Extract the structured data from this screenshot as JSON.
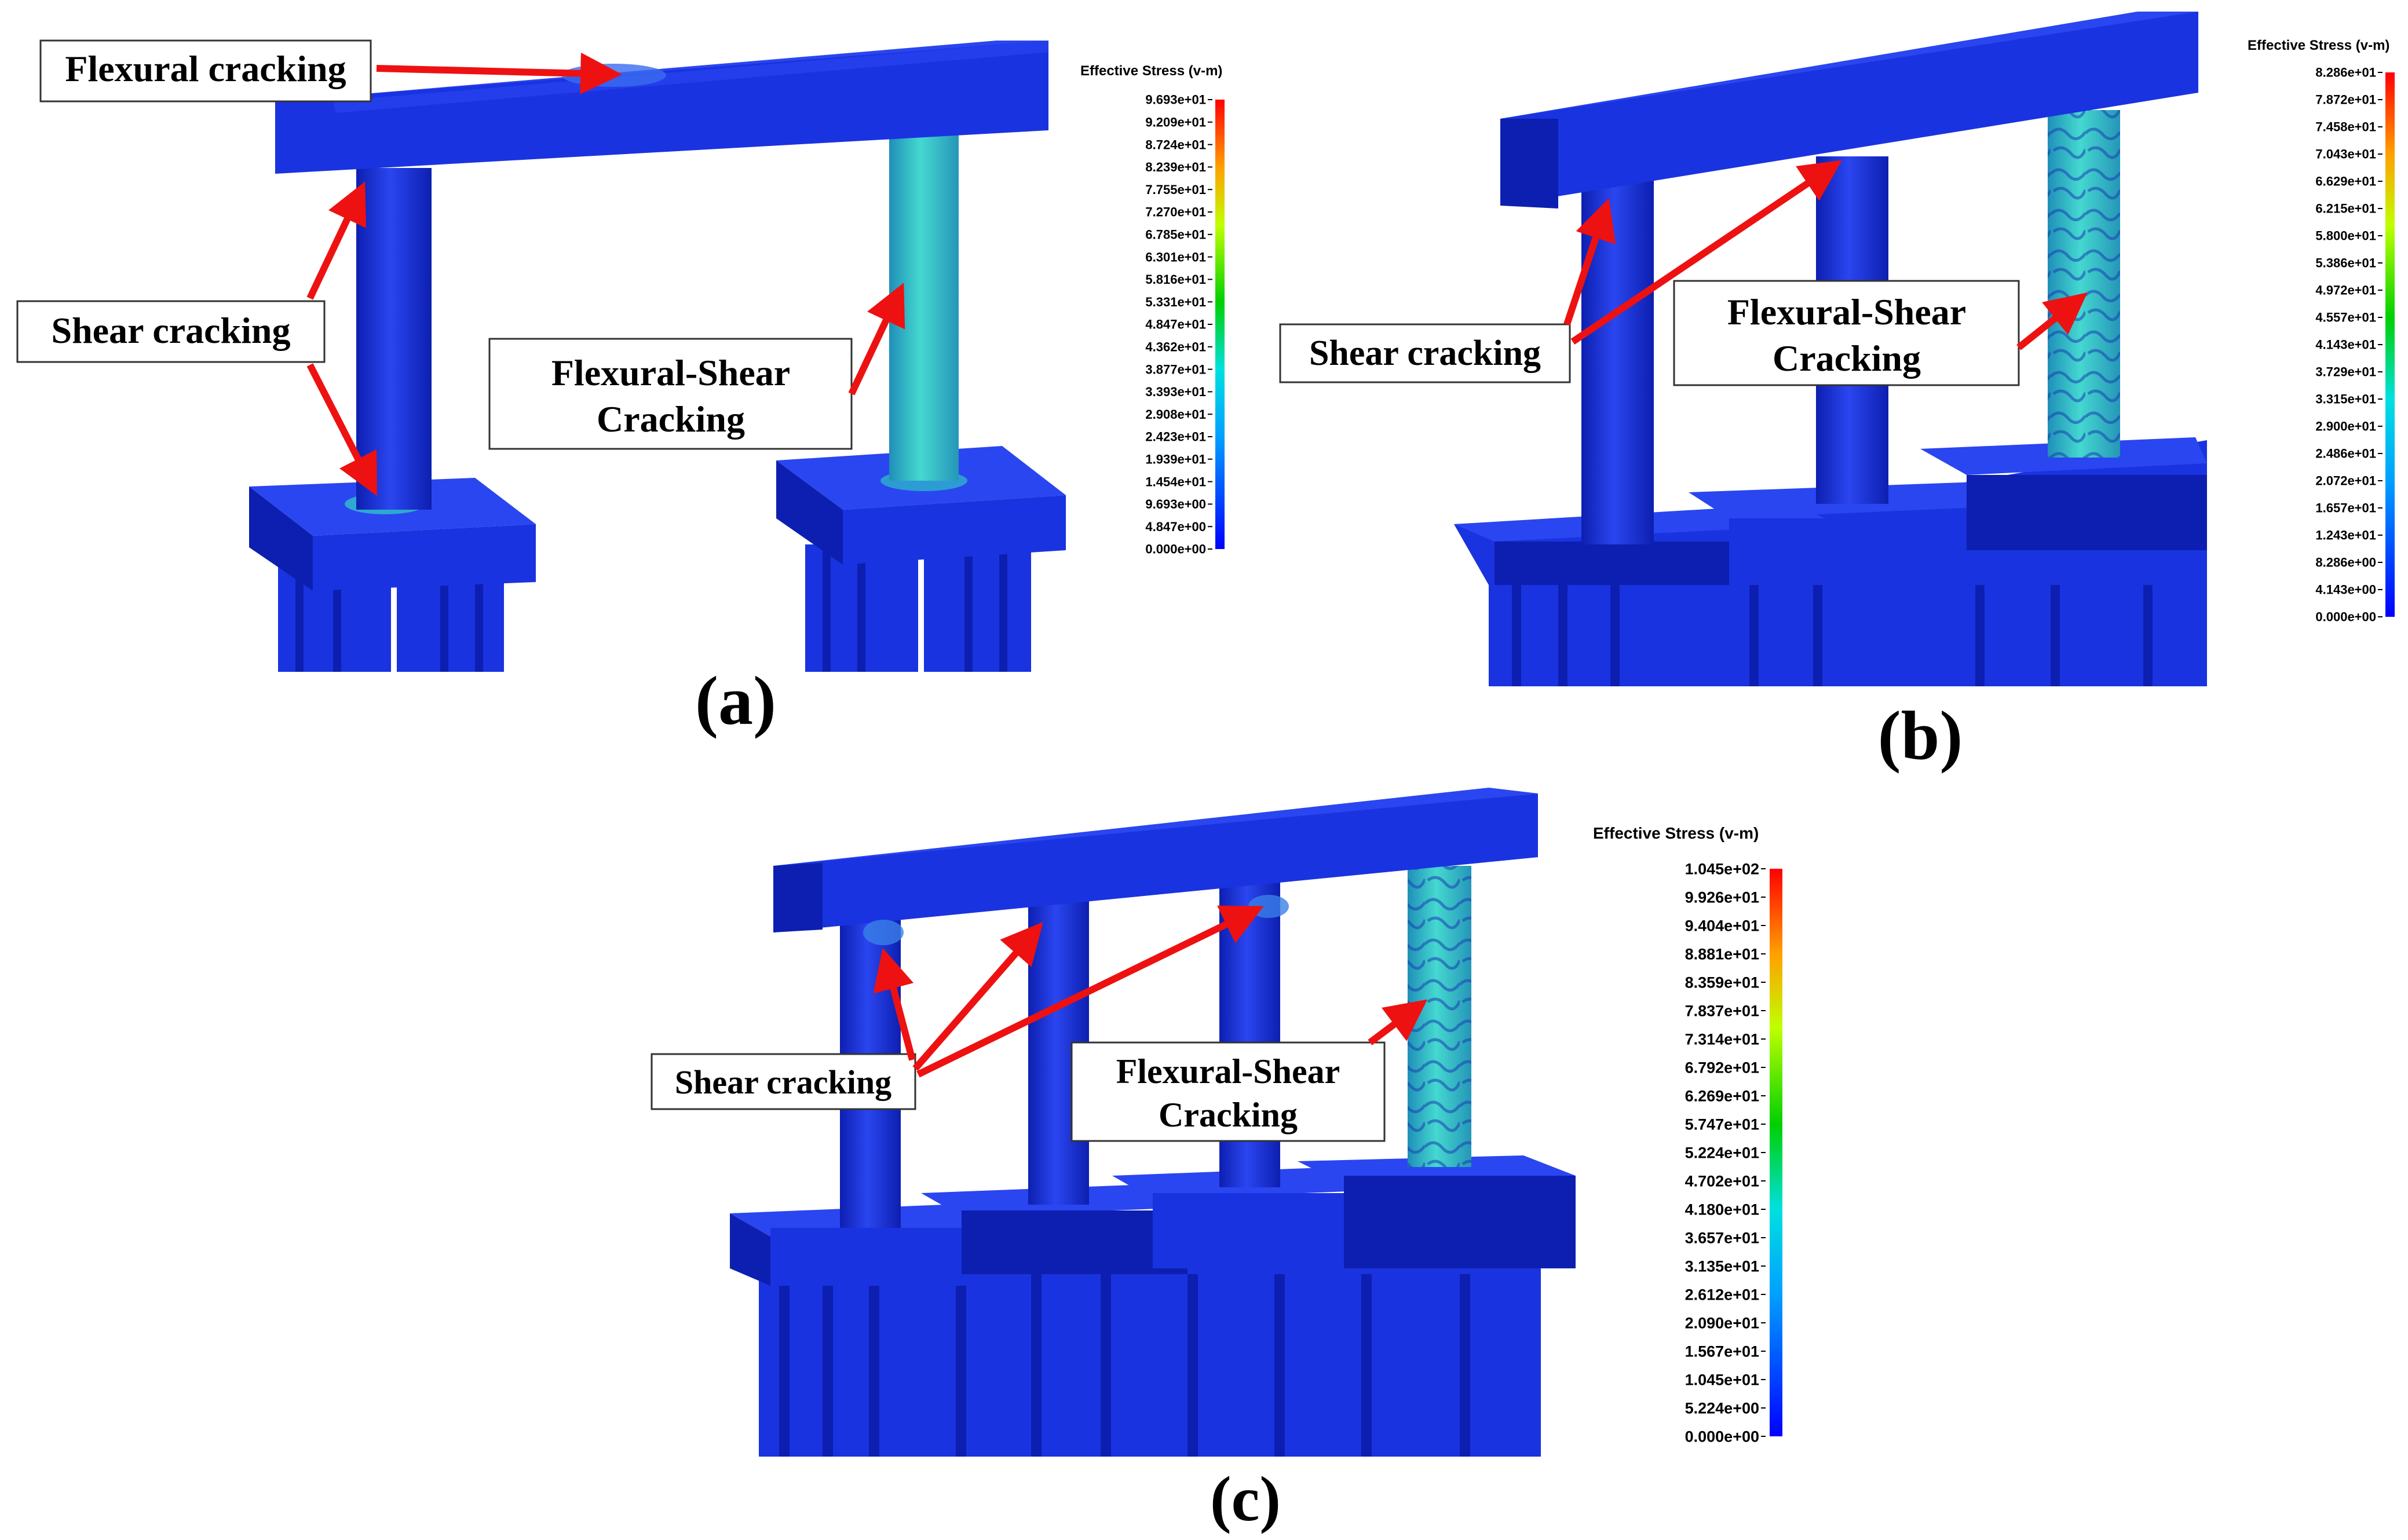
{
  "panels": [
    {
      "id": "a",
      "caption": "(a)",
      "labels": {
        "flexural": "Flexural cracking",
        "shear": "Shear cracking",
        "flex_shear_line1": "Flexural-Shear",
        "flex_shear_line2": "Cracking"
      },
      "colorbar": {
        "title": "Effective Stress (v-m)",
        "ticks": [
          "9.693e+01",
          "9.209e+01",
          "8.724e+01",
          "8.239e+01",
          "7.755e+01",
          "7.270e+01",
          "6.785e+01",
          "6.301e+01",
          "5.816e+01",
          "5.331e+01",
          "4.847e+01",
          "4.362e+01",
          "3.877e+01",
          "3.393e+01",
          "2.908e+01",
          "2.423e+01",
          "1.939e+01",
          "1.454e+01",
          "9.693e+00",
          "4.847e+00",
          "0.000e+00"
        ]
      }
    },
    {
      "id": "b",
      "caption": "(b)",
      "labels": {
        "shear": "Shear cracking",
        "flex_shear_line1": "Flexural-Shear",
        "flex_shear_line2": "Cracking"
      },
      "colorbar": {
        "title": "Effective Stress (v-m)",
        "ticks": [
          "8.286e+01",
          "7.872e+01",
          "7.458e+01",
          "7.043e+01",
          "6.629e+01",
          "6.215e+01",
          "5.800e+01",
          "5.386e+01",
          "4.972e+01",
          "4.557e+01",
          "4.143e+01",
          "3.729e+01",
          "3.315e+01",
          "2.900e+01",
          "2.486e+01",
          "2.072e+01",
          "1.657e+01",
          "1.243e+01",
          "8.286e+00",
          "4.143e+00",
          "0.000e+00"
        ]
      }
    },
    {
      "id": "c",
      "caption": "(c)",
      "labels": {
        "shear": "Shear cracking",
        "flex_shear_line1": "Flexural-Shear",
        "flex_shear_line2": "Cracking"
      },
      "colorbar": {
        "title": "Effective Stress (v-m)",
        "ticks": [
          "1.045e+02",
          "9.926e+01",
          "9.404e+01",
          "8.881e+01",
          "8.359e+01",
          "7.837e+01",
          "7.314e+01",
          "6.792e+01",
          "6.269e+01",
          "5.747e+01",
          "5.224e+01",
          "4.702e+01",
          "4.180e+01",
          "3.657e+01",
          "3.135e+01",
          "2.612e+01",
          "2.090e+01",
          "1.567e+01",
          "1.045e+01",
          "5.224e+00",
          "0.000e+00"
        ]
      }
    }
  ],
  "colors": {
    "structure_blue": "#1a33e0",
    "structure_dark": "#0d1fb0",
    "structure_top": "#2a46f0",
    "cracked_column": "#2fc0c8",
    "arrow": "#ee1111"
  }
}
